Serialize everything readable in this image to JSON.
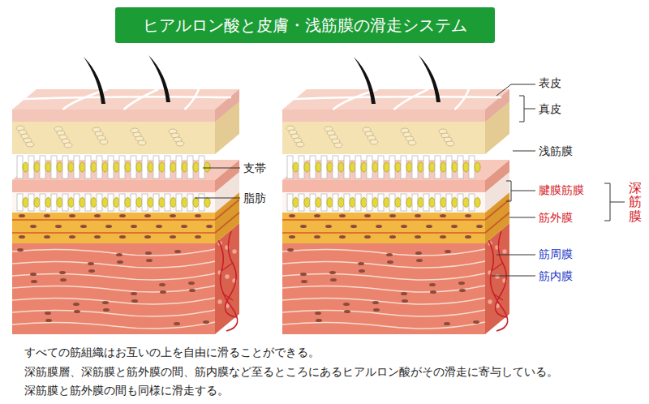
{
  "diagram": {
    "title": "ヒアルロン酸と皮膚・浅筋膜の滑走システム",
    "labels": [
      "支帯",
      "脂肪",
      "表皮",
      "真皮",
      "浅筋膜",
      "腱膜筋膜",
      "筋外膜",
      "深筋膜",
      "筋周膜",
      "筋内膜",
      "すべての筋組織はお互いの上を自由に滑ることができる。",
      "深筋膜層、深筋膜と筋外膜の間、筋内膜など至るところにあるヒアルロン酸がその滑走に寄与している。",
      "深筋膜と筋外膜の間も同様に滑走する。"
    ]
  }
}
